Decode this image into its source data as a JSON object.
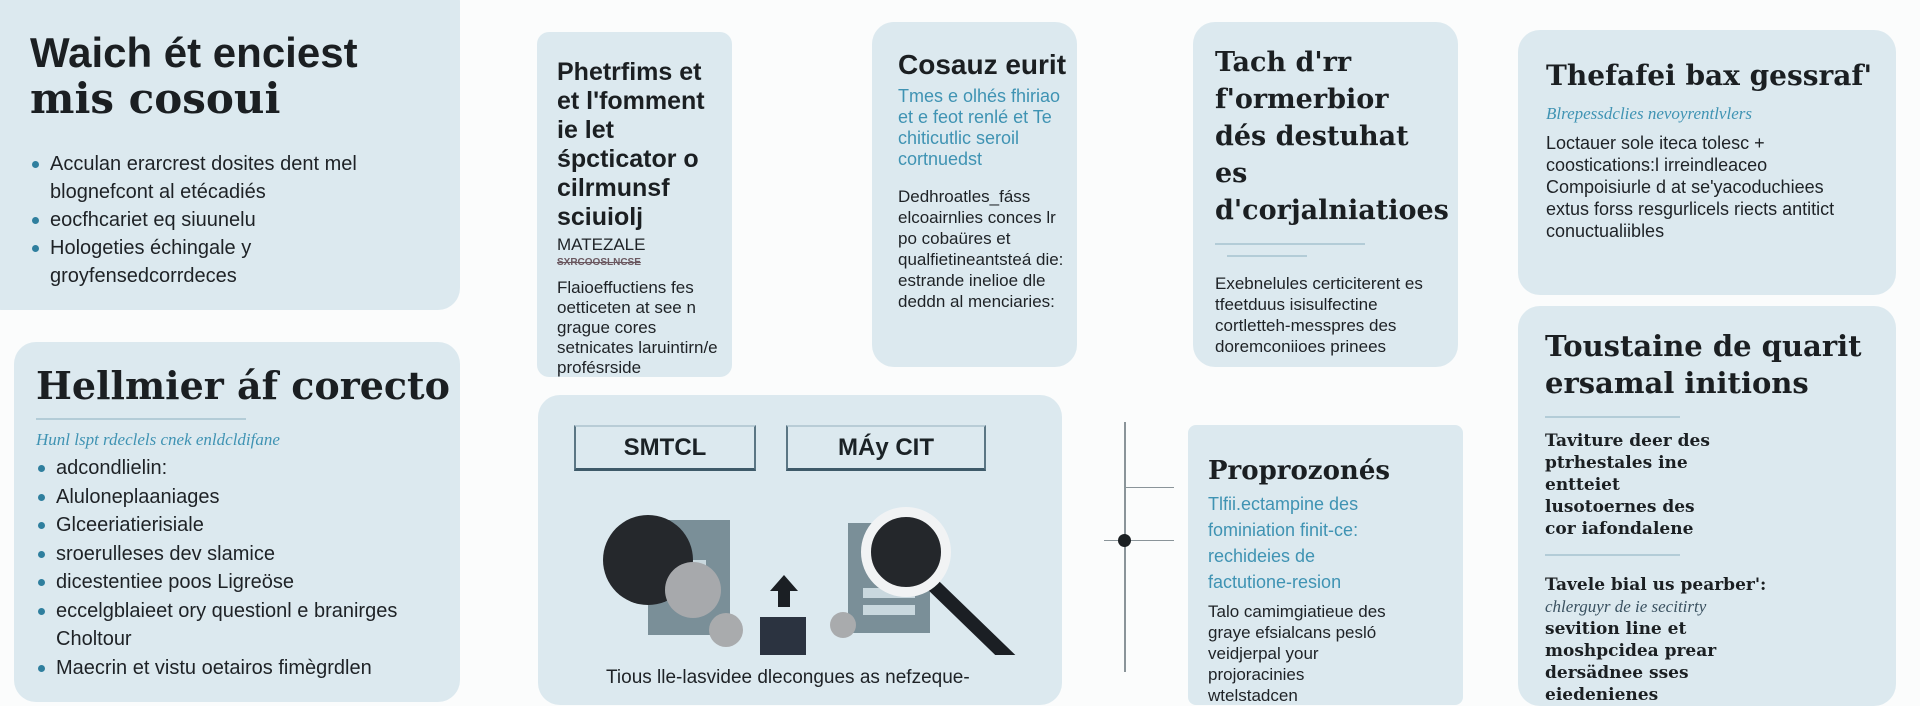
{
  "card_a": {
    "title_1": "Waich ét enciest",
    "title_2": "mis cosoui",
    "items": [
      "Acculan erarcrest dosites dent mel blognefcont al etécadiés",
      "eocfhcariet eq siuunelu",
      "Hologeties échingale y groyfensedcorrdeces"
    ]
  },
  "card_b": {
    "title": "Hellmier áf corecto",
    "subtitle": "Hunl lspt rdeclels cnek enldcldifane",
    "items": [
      "adcondlielin:",
      "Aluloneplaaniages",
      "Glceeriatierisiale",
      "sroerulleses dev slamice",
      "dicestentiee poos Ligreöse",
      "eccelgblaieet ory questionl e branirges Choltour",
      "Maecrin et vistu oetairos fimègrdlen"
    ]
  },
  "card_c": {
    "title": "Phetrfims et et l'fomment ie let śpcticator o cilrmunsf sciuiolj",
    "label": "MATEZALE",
    "strike": "SXRCOOSLNCSE",
    "body": "Flaioeffuctiens fes oetticeten at see n grague cores setnicates laruintirn/e profésrside"
  },
  "card_d": {
    "title": "Cosauz eurit",
    "lead": "Tmes e olhés fhiriao et e feot renlé et Te chiticutlic seroil cortnuedst",
    "body": "Dedhroatles_fáss elcoairnlies conces lr po cobaüres et qualfietineantsteá die: estrande inelioe dle deddn al menciaries:"
  },
  "card_e": {
    "title": "Tach d'rr f'ormerbior dés destuhat es d'corjalniatioes",
    "body": "Exebnelules certiciterent es tfeetduus isisulfectine cortletteh-messpres des doremconiioes prinees"
  },
  "card_f": {
    "title": "Thefafei bax gessraf'",
    "subtitle": "Blrepessdclies nevoyrentlvlers",
    "body": "Loctauer sole iteca tolesc + coostications:l irreindleaceo Compoisiurle d at se'yacoduchiees extus forss resgurlicels riects antitict conuctualiibles"
  },
  "card_g": {
    "title": "Toustaine de quarit ersamal initions",
    "block1": "Taviture deer des ptrhestales ine entteiet lusotoernes des cor iafondalene",
    "block2_title": "Tavele bial us pearber':",
    "block2_sub": "chlerguyr de ie secitirty",
    "block2_body": "sevition line et moshpcidea prear dersädnee sses eiedenienes"
  },
  "card_h": {
    "tab_1": "SMTCL",
    "tab_2": "MÁy CIT",
    "caption": "Tious lle-lasvidee dlecongues as nefzeque-"
  },
  "card_i": {
    "title": "Proprozonés",
    "lead": "Tlfii.ectampine des fominiation finit-ce: rechideies de factutione-resion",
    "body": "Talo camimgiatieue des graye efsialcans pesló veidjerpal your projoracinies wtelstadcen"
  },
  "colors": {
    "card": "#dce9ef",
    "accent": "#3f93b3",
    "text": "#1b1f22"
  }
}
